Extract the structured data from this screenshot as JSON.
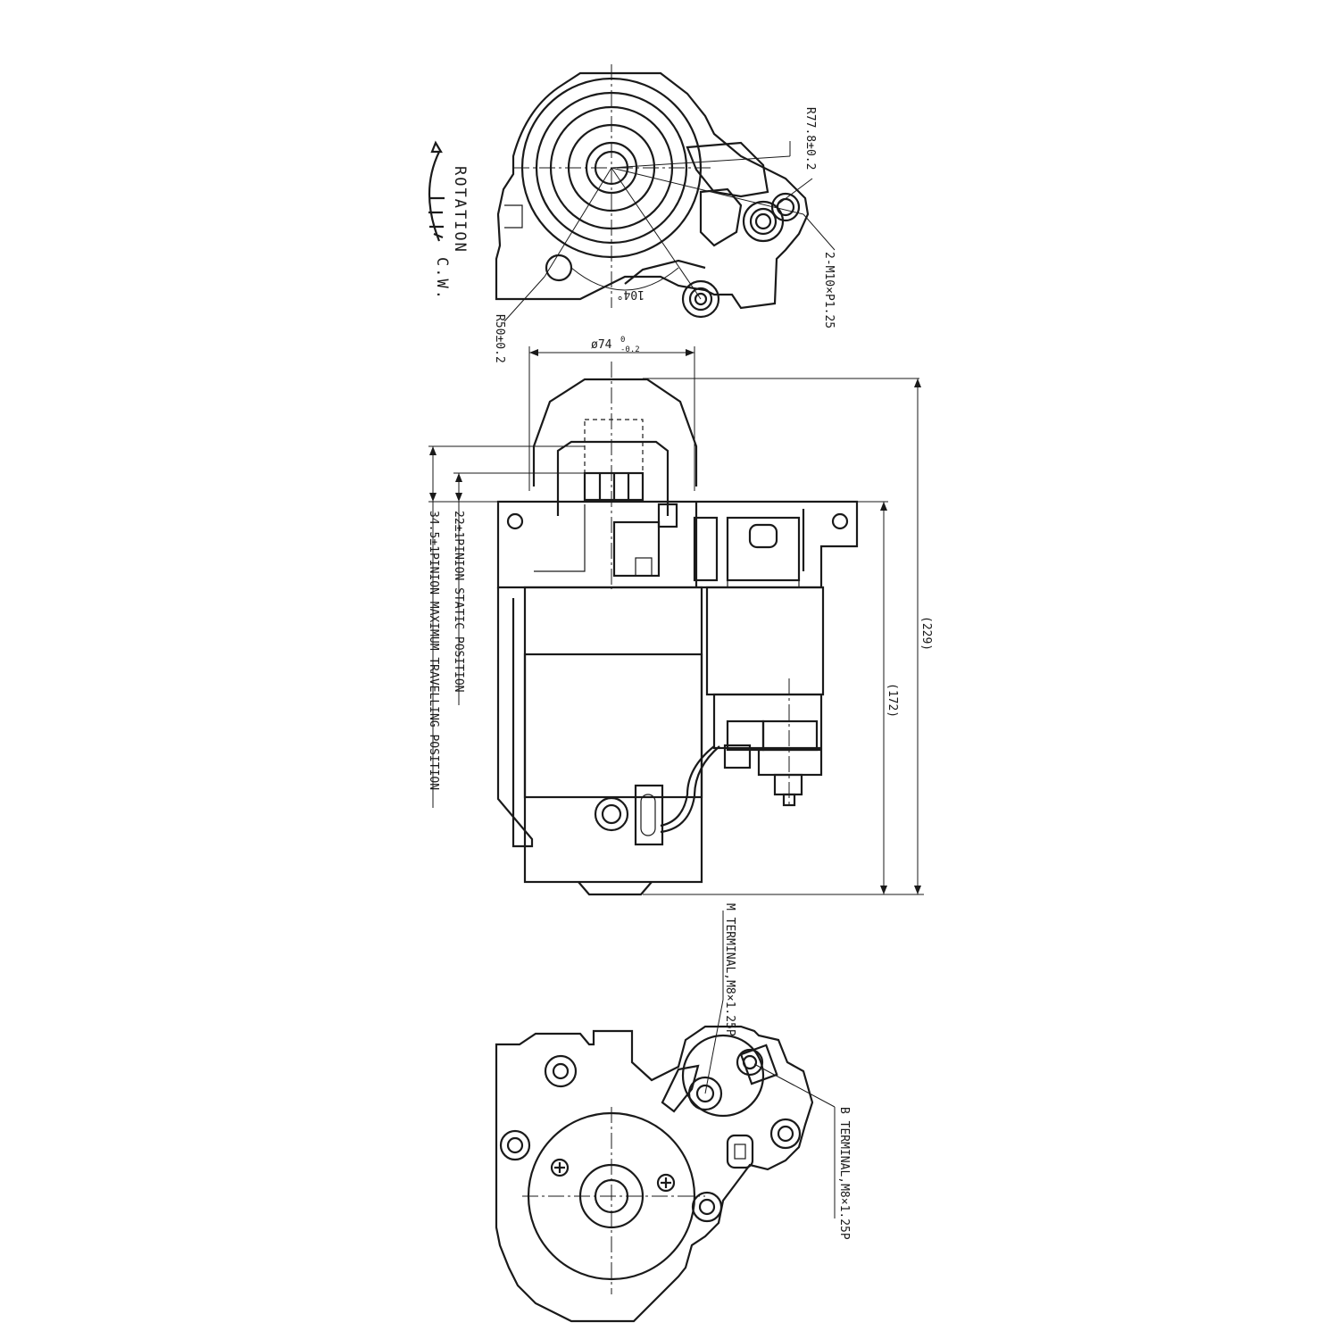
{
  "top_view": {
    "rotation_label": "ROTATION",
    "rotation_dir": "C.W.",
    "radius_outer": "R77.8±0.2",
    "radius_inner": "R50±0.2",
    "bolt_spec": "2-M10×P1.25",
    "angle": "104°"
  },
  "side_view": {
    "diameter": "ø74",
    "diameter_tol_upper": "0",
    "diameter_tol_lower": "-0.2",
    "length_total": "(229)",
    "length_body": "(172)",
    "pinion_static": "22±1PINION STATIC POSITION",
    "pinion_max": "34.5±1PINION MAXIMUM TRAVELLING POSITION"
  },
  "bottom_view": {
    "m_terminal": "M TERMINAL,M8×1.25P",
    "b_terminal": "B TERMINAL,M8×1.25P"
  }
}
